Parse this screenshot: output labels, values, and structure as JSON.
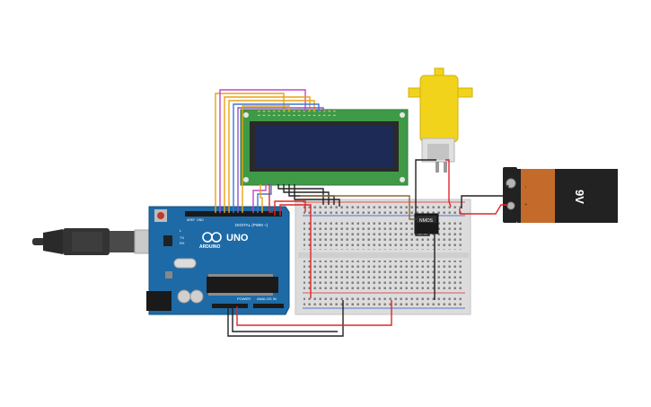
{
  "arduino": {
    "brand": "ARDUINO",
    "model": "UNO",
    "header_digital": "DIGITAL (PWM ~)",
    "header_power": "POWER",
    "header_analog": "ANALOG IN",
    "aref": "AREF",
    "gnd": "GND",
    "tx": "TX",
    "rx": "RX",
    "led_l": "L"
  },
  "battery": {
    "label": "9V"
  },
  "mosfet": {
    "label": "NMOS"
  },
  "colors": {
    "arduino_board": "#1e6aa6",
    "breadboard": "#dcdcdc",
    "lcd_pcb": "#3f9a48",
    "lcd_screen": "#1c2a55",
    "motor": "#f2d31b",
    "battery_body": "#c46b2b",
    "battery_top": "#222222",
    "wire_red": "#e0262a",
    "wire_black": "#222222"
  }
}
